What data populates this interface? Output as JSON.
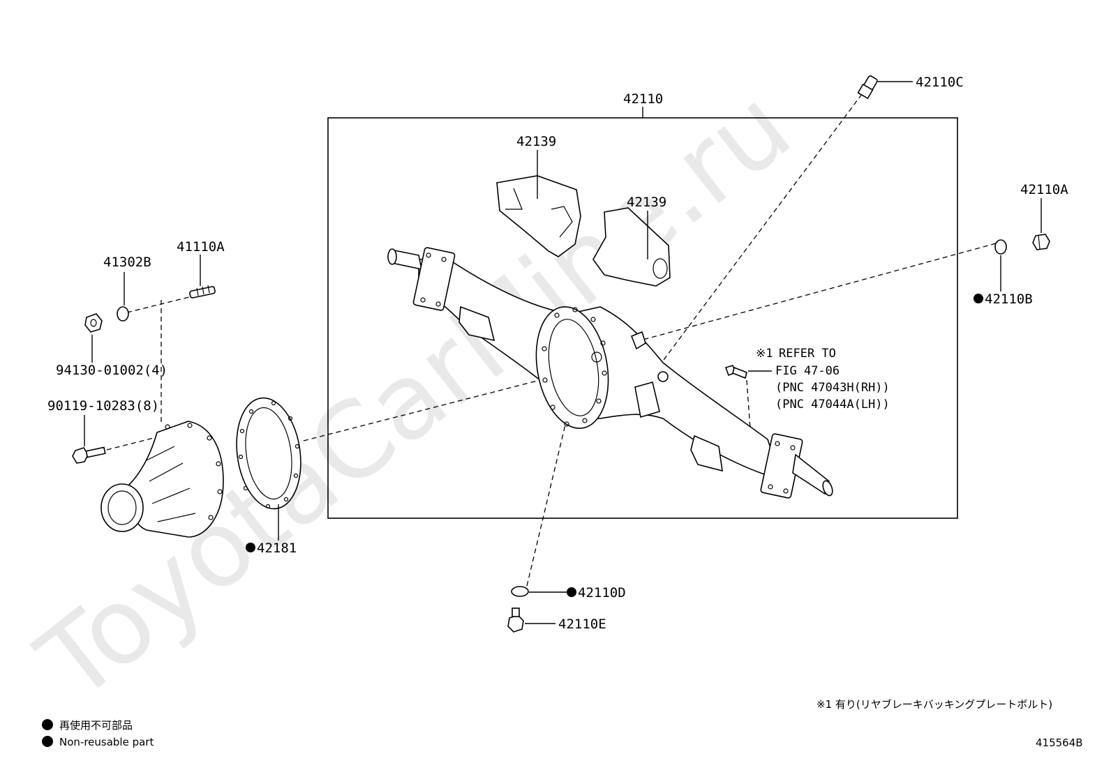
{
  "watermark": "ToyotaCarMine.ru",
  "group_label": "42110",
  "callouts": {
    "c42110C": "42110C",
    "c42139a": "42139",
    "c42139b": "42139",
    "c42110A": "42110A",
    "c42110B": "42110B",
    "c41302B": "41302B",
    "c41110A": "41110A",
    "c94130": "94130-01002(4)",
    "c90119": "90119-10283(8)",
    "c42181": "42181",
    "c42110D": "42110D",
    "c42110E": "42110E"
  },
  "refer_note": {
    "mark": "※1",
    "line1": "REFER TO",
    "line2": "FIG 47-06",
    "line3": "(PNC 47043H(RH))",
    "line4": "(PNC 47044A(LH))"
  },
  "footnote": "※1 有り(リヤブレーキバッキングプレートボルト)",
  "legend": {
    "jp": "再使用不可部品",
    "en": "Non-reusable part"
  },
  "figure_id": "415564B"
}
